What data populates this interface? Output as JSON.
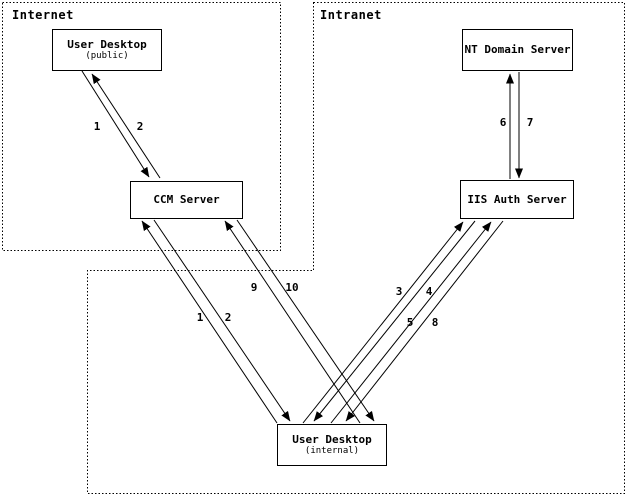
{
  "diagram": {
    "background_color": "#ffffff",
    "line_color": "#000000",
    "regions": [
      {
        "id": "internet",
        "label": "Internet"
      },
      {
        "id": "intranet",
        "label": "Intranet"
      }
    ],
    "nodes": [
      {
        "id": "user-desktop-public",
        "title": "User Desktop",
        "subtitle": "(public)",
        "region": "internet"
      },
      {
        "id": "ccm-server",
        "title": "CCM Server",
        "subtitle": "",
        "region": "internet"
      },
      {
        "id": "nt-domain-server",
        "title": "NT Domain Server",
        "subtitle": "",
        "region": "intranet"
      },
      {
        "id": "iis-auth-server",
        "title": "IIS Auth Server",
        "subtitle": "",
        "region": "intranet"
      },
      {
        "id": "user-desktop-internal",
        "title": "User Desktop",
        "subtitle": "(internal)",
        "region": "intranet"
      }
    ],
    "edges": [
      {
        "id": "pub-ccm-1",
        "label": "1",
        "from": "user-desktop-public",
        "to": "ccm-server"
      },
      {
        "id": "pub-ccm-2",
        "label": "2",
        "from": "ccm-server",
        "to": "user-desktop-public"
      },
      {
        "id": "int-ccm-1",
        "label": "1",
        "from": "user-desktop-internal",
        "to": "ccm-server"
      },
      {
        "id": "int-ccm-2",
        "label": "2",
        "from": "ccm-server",
        "to": "user-desktop-internal"
      },
      {
        "id": "int-ccm-9",
        "label": "9",
        "from": "user-desktop-internal",
        "to": "ccm-server"
      },
      {
        "id": "int-ccm-10",
        "label": "10",
        "from": "ccm-server",
        "to": "user-desktop-internal"
      },
      {
        "id": "int-iis-3",
        "label": "3",
        "from": "user-desktop-internal",
        "to": "iis-auth-server"
      },
      {
        "id": "int-iis-4",
        "label": "4",
        "from": "iis-auth-server",
        "to": "user-desktop-internal"
      },
      {
        "id": "int-iis-5",
        "label": "5",
        "from": "user-desktop-internal",
        "to": "iis-auth-server"
      },
      {
        "id": "int-iis-8",
        "label": "8",
        "from": "iis-auth-server",
        "to": "user-desktop-internal"
      },
      {
        "id": "iis-nt-6",
        "label": "6",
        "from": "iis-auth-server",
        "to": "nt-domain-server"
      },
      {
        "id": "nt-iis-7",
        "label": "7",
        "from": "nt-domain-server",
        "to": "iis-auth-server"
      }
    ]
  }
}
